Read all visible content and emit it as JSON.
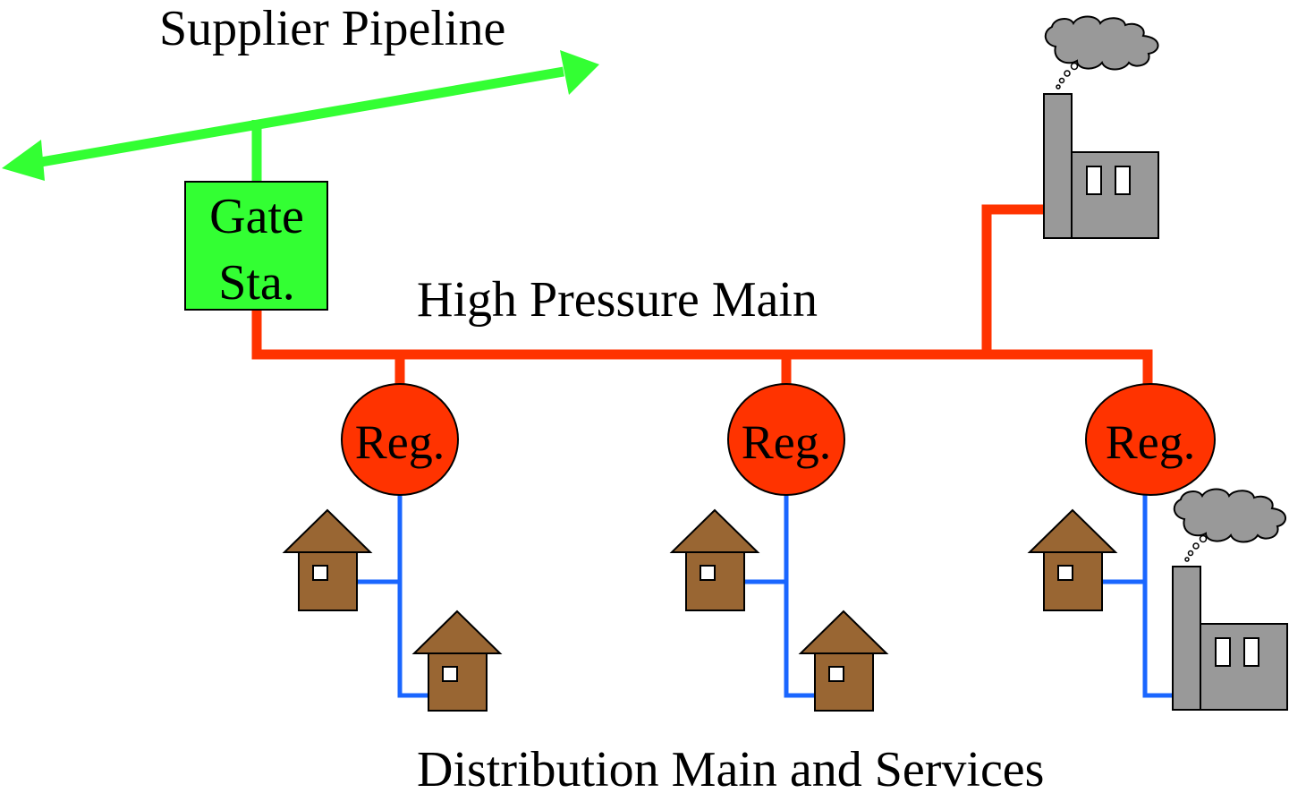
{
  "labels": {
    "supplier_pipeline": "Supplier Pipeline",
    "gate_station_line1": "Gate",
    "gate_station_line2": "Sta.",
    "high_pressure_main": "High Pressure Main",
    "regulator_1": "Reg.",
    "regulator_2": "Reg.",
    "regulator_3": "Reg.",
    "distribution": "Distribution Main and Services"
  },
  "colors": {
    "supplier_pipeline": "#33FF33",
    "gate_station": "#33FF33",
    "high_pressure_main": "#FF3300",
    "regulator": "#FF3300",
    "distribution_main": "#1A66FF",
    "house": "#996633",
    "factory": "#999999",
    "smoke": "#999999",
    "outline": "#000000"
  },
  "icons": {
    "house": "house-icon",
    "factory": "factory-icon",
    "smoke": "smoke-cloud-icon",
    "arrow": "arrow-icon"
  }
}
